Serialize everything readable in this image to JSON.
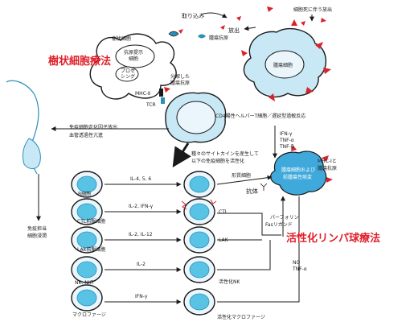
{
  "titles": {
    "dendritic_therapy": "樹状細胞療法",
    "lak_therapy": "活性化リンパ球療法"
  },
  "top": {
    "uptake": "取り込み",
    "release_death": "細胞死に伴う放出",
    "release": "放出",
    "tumor_antigen": "腫瘍抗原",
    "tumor_cell": "腫瘍細胞"
  },
  "dendritic": {
    "name": "樹状細胞",
    "antigen_presenting": "抗原提示",
    "antigen_presenting_2": "細胞",
    "processing": "プロセ",
    "processing_2": "シング",
    "mhc2": "MHC-Ⅱ",
    "decomposed_1": "分解した",
    "decomposed_2": "腫瘍抗原",
    "tcr": "TCR"
  },
  "th": {
    "label": "CD4陽性ヘルパーT細胞／遅延型過敏反応",
    "cytokine_1": "種々のサイトカインを産生して",
    "cytokine_2": "以下の免疫細胞を活性化"
  },
  "left": {
    "factor_1": "免疫細胞走化因子放出",
    "factor_2": "血管透過性亢進",
    "infiltration_1": "免疫担当",
    "infiltration_2": "細胞浸潤"
  },
  "rows": [
    {
      "src": "B細胞",
      "cyto": "IL-4, 5, 6",
      "dst": ""
    },
    {
      "src": "CTL前駆細胞",
      "cyto": "IL-2, IFN-γ",
      "dst": "CTL"
    },
    {
      "src": "LAK前駆細胞",
      "cyto": "IL-2, IL-12",
      "dst": "LAK"
    },
    {
      "src": "NK, NKT",
      "cyto": "IL-2",
      "dst": "活性化NK"
    },
    {
      "src": "マクロファージ",
      "cyto": "IFN-γ",
      "dst": "活性化マクロファージ"
    }
  ],
  "right": {
    "plasma": "形質細胞",
    "antibody": "抗体",
    "target_1": "腫瘍細胞および",
    "target_2": "前腫瘍性病変",
    "ifn": "IFN-γ",
    "tnfa": "TNF-α",
    "tnfb": "TNF-β",
    "mhc1_1": "MHC-Ⅰと",
    "mhc1_2": "腫瘍抗原",
    "perforin": "パーフォリン",
    "fas": "Fasリガンド",
    "no": "NO",
    "tnfa2": "TNF-α"
  },
  "colors": {
    "title_red": "#e0202a",
    "nucleus_blue": "#59c3e6",
    "cell_fill": "#eaf6fc",
    "triangle_red": "#d8232a"
  }
}
